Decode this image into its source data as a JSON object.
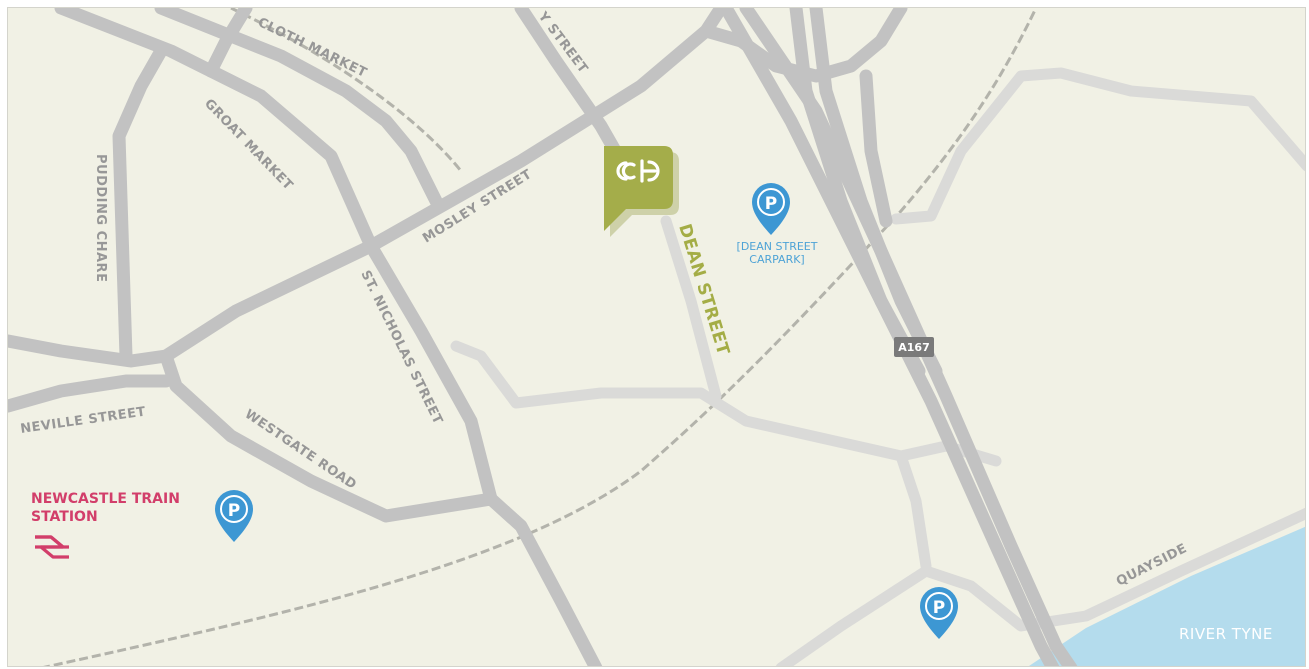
{
  "map": {
    "streets": {
      "cloth_market": "CLOTH MARKET",
      "groat_market": "GROAT MARKET",
      "pudding_chare": "PUDDING CHARE",
      "mosley_street": "MOSLEY STREET",
      "st_nicholas_street": "ST. NICHOLAS STREET",
      "neville_street": "NEVILLE STREET",
      "westgate_road": "WESTGATE ROAD",
      "dean_street": "DEAN STREET",
      "grey_street_partial": "Y STREET",
      "quayside": "QUAYSIDE"
    },
    "road_tag": "A167",
    "river": "RIVER TYNE",
    "carpark": {
      "line1": "[DEAN STREET",
      "line2": "CARPARK]",
      "icon_glyph": "P"
    },
    "station": {
      "line1": "NEWCASTLE TRAIN",
      "line2": "STATION",
      "icon": "national-rail-icon"
    },
    "marker": {
      "logo_text": "acp",
      "icon": "location-marker-icon"
    },
    "colors": {
      "background": "#f1f1e5",
      "road": "#c2c2c2",
      "minor_road": "#dadad8",
      "river": "#b4dced",
      "marker": "#a4ad4a",
      "parking": "#3d97d3",
      "station": "#d23e6a",
      "dean_street_label": "#a4ad46",
      "street_label": "#979797"
    }
  }
}
